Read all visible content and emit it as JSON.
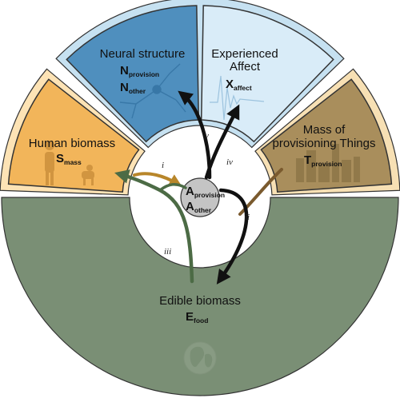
{
  "colors": {
    "sector_blue_outer": "#c6e1f1",
    "neural_fill": "#4f8fbe",
    "affect_fill": "#d9ecf8",
    "sector_orange_outer": "#fde3b5",
    "human_fill": "#f2b55a",
    "sector_tan_outer": "#f7e0b4",
    "things_fill": "#a98e5c",
    "food_fill": "#7a8f75",
    "arrow_black": "#111111",
    "arrow_gold": "#b8862a",
    "arrow_brown": "#7a5a2e",
    "arrow_green": "#4c6b45",
    "center_fill": "#c4c4c4"
  },
  "sectors": {
    "neural": {
      "title": "Neural structure",
      "sym1": "N",
      "sub1": "provision",
      "sym2": "N",
      "sub2": "other",
      "icon": "neuron-icon"
    },
    "affect": {
      "title_line1": "Experienced",
      "title_line2": "Affect",
      "sym": "X",
      "sub": "affect",
      "icon": "waveform-icon"
    },
    "human": {
      "title": "Human biomass",
      "sym": "S",
      "sub": "mass",
      "icon": "people-icon"
    },
    "things": {
      "title_line1": "Mass of",
      "title_line2": "provisioning Things",
      "sym": "T",
      "sub": "provision",
      "icon": "city-icon"
    },
    "food": {
      "title": "Edible biomass",
      "sym": "E",
      "sub": "food",
      "icon": "globe-icon"
    }
  },
  "center": {
    "sym1": "A",
    "sub1": "provision",
    "sym2": "A",
    "sub2": "other"
  },
  "flows": [
    {
      "label": "i"
    },
    {
      "label": "ii"
    },
    {
      "label": "iii"
    },
    {
      "label": "iv"
    },
    {
      "label": "v"
    }
  ]
}
